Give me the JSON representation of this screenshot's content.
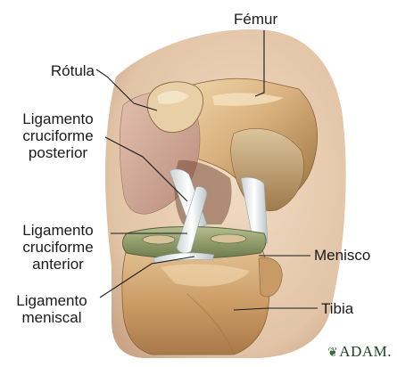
{
  "labels": {
    "femur": "Fémur",
    "rotula": "Rótula",
    "posterior_line1": "Ligamento",
    "posterior_line2": "cruciforme",
    "posterior_line3": "posterior",
    "anterior_line1": "Ligamento",
    "anterior_line2": "cruciforme",
    "anterior_line3": "anterior",
    "menisco": "Menisco",
    "meniscal_line1": "Ligamento",
    "meniscal_line2": "meniscal",
    "tibia": "Tibia"
  },
  "logo": {
    "mark": "❦",
    "text": "ADAM."
  },
  "colors": {
    "bone_light": "#e8cfa4",
    "bone_mid": "#c9a06a",
    "bone_dark": "#8c6338",
    "tissue": "#c7a183",
    "meniscus": "#8f9a6a",
    "ligament": "#eef2f2",
    "backdrop": "#e9d1b8"
  }
}
